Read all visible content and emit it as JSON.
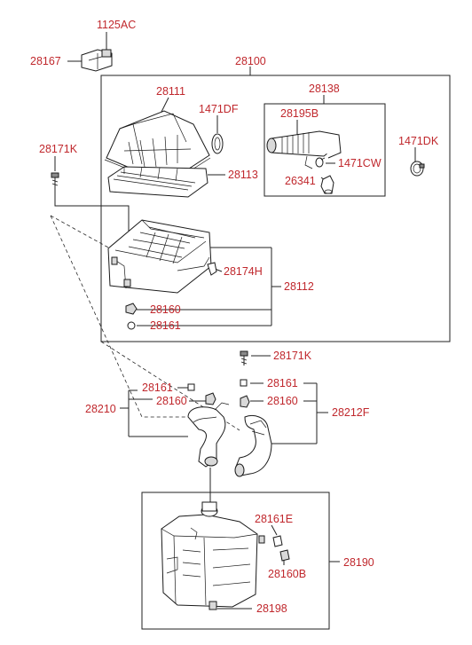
{
  "diagram": {
    "colors": {
      "label": "#c0282d",
      "line": "#222222"
    },
    "labels": {
      "p1125AC": "1125AC",
      "p28167": "28167",
      "p28100": "28100",
      "p28111": "28111",
      "p1471DF": "1471DF",
      "p28138": "28138",
      "p28195B": "28195B",
      "p1471DK": "1471DK",
      "p28171K_top": "28171K",
      "p28113": "28113",
      "p1471CW": "1471CW",
      "p26341": "26341",
      "p28174H": "28174H",
      "p28112": "28112",
      "p28160_top": "28160",
      "p28161_top": "28161",
      "p28171K_mid": "28171K",
      "p28161_left": "28161",
      "p28160_left": "28160",
      "p28210": "28210",
      "p28161_right": "28161",
      "p28160_right": "28160",
      "p28212F": "28212F",
      "p28161E": "28161E",
      "p28160B": "28160B",
      "p28190": "28190",
      "p28198": "28198"
    }
  }
}
